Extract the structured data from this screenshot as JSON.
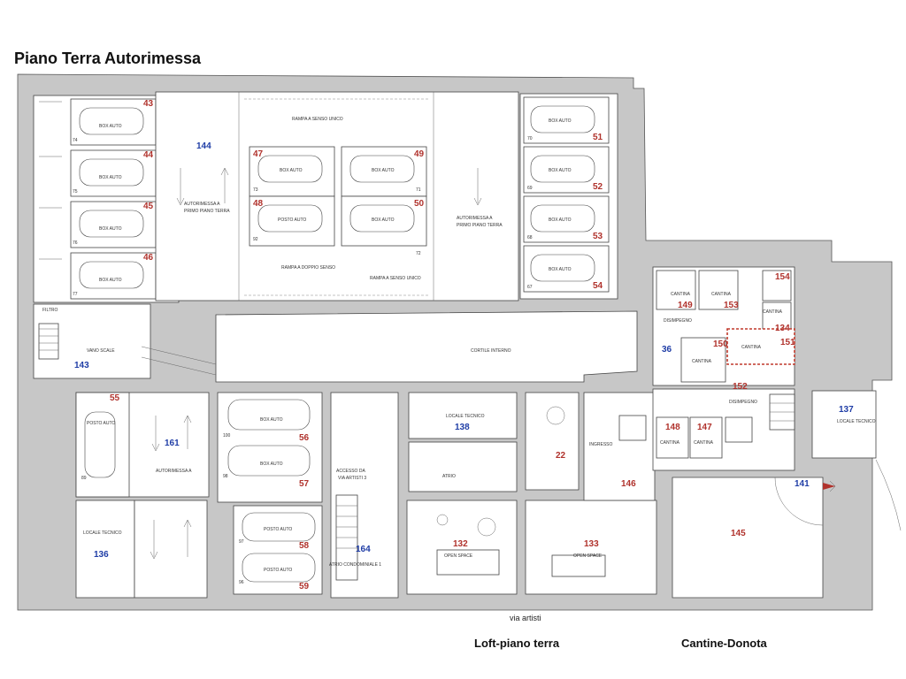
{
  "title": "Piano Terra Autorimessa",
  "captions": {
    "loft": "Loft-piano terra",
    "cantine": "Cantine-Donota",
    "street": "via artisti"
  },
  "colors": {
    "wall_fill": "#c7c7c7",
    "red_label": "#b0322c",
    "blue_label": "#1f3da6",
    "highlight": "#c0392b"
  },
  "icons": [
    "car-icon",
    "stair-icon",
    "entry-arrow-icon"
  ],
  "rooms": {
    "r144": "144",
    "r161": "161",
    "r143": "143",
    "r136": "136",
    "r138": "138",
    "r164": "164",
    "r132": "132",
    "r133": "133",
    "r22": "22",
    "r146": "146",
    "r145": "145",
    "r141": "141",
    "r137": "137",
    "r36": "36",
    "r149": "149",
    "r153": "153",
    "r154": "154",
    "r134": "134",
    "r150": "150",
    "r151": "151",
    "r152": "152",
    "r148": "148",
    "r147": "147"
  },
  "parking": {
    "p43": "43",
    "p44": "44",
    "p45": "45",
    "p46": "46",
    "p47": "47",
    "p48": "48",
    "p49": "49",
    "p50": "50",
    "p51": "51",
    "p52": "52",
    "p53": "53",
    "p54": "54",
    "p55": "55",
    "p56": "56",
    "p57": "57",
    "p58": "58",
    "p59": "59"
  },
  "slots": {
    "s74": "74",
    "s75": "75",
    "s76": "76",
    "s77": "77",
    "s73": "73",
    "s92": "92",
    "s71": "71",
    "s72": "72",
    "s70": "70",
    "s69": "69",
    "s68": "68",
    "s67": "67",
    "s89": "89",
    "s100": "100",
    "s98": "98",
    "s97": "97",
    "s96": "96"
  },
  "labels": {
    "box_auto": "BOX AUTO",
    "posto_auto": "POSTO AUTO",
    "autorimessa_primo": "AUTORIMESSA A",
    "primo_piano_terra": "PRIMO PIANO TERRA",
    "autorimessa_161": "AUTORIMESSA A",
    "rampa_senso_unico": "RAMPA A SENSO UNICO",
    "rampa_doppio_senso": "RAMPA A DOPPIO SENSO",
    "cortile_interno": "CORTILE INTERNO",
    "locale_tecnico": "LOCALE TECNICO",
    "filtro": "FILTRO",
    "vano_scale": "VANO SCALE",
    "accesso": "ACCESSO DA",
    "via_artisti_3": "VIA ARTISTI 3",
    "atrio": "ATRIO",
    "atrio_condominiale": "ATRIO CONDOMINIALE 1",
    "open_space": "OPEN SPACE",
    "cantina": "CANTINA",
    "disimpegno": "DISIMPEGNO",
    "ingresso": "INGRESSO"
  }
}
